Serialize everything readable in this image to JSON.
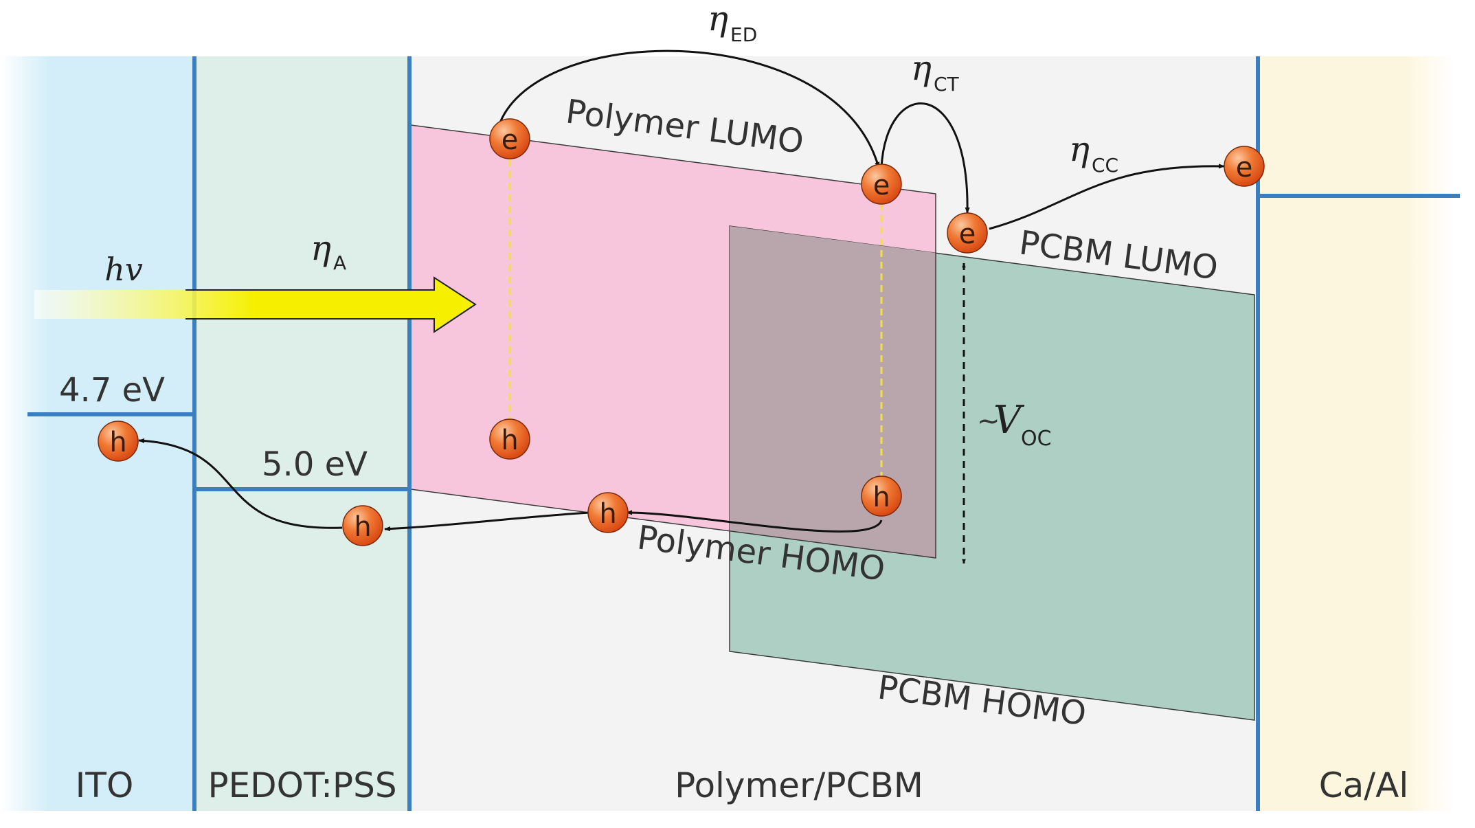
{
  "layers": {
    "ito": "ITO",
    "pedot": "PEDOT:PSS",
    "active": "Polymer/PCBM",
    "cathode": "Ca/Al"
  },
  "levels": {
    "ito_work_function": "4.7 eV",
    "pedot_work_function": "5.0 eV",
    "polymer_lumo": "Polymer LUMO",
    "polymer_homo": "Polymer HOMO",
    "pcbm_lumo": "PCBM LUMO",
    "pcbm_homo": "PCBM HOMO"
  },
  "light": {
    "label": "hv"
  },
  "efficiencies": {
    "symbol": "η",
    "absorption": "A",
    "exciton_diffusion": "ED",
    "charge_transfer": "CT",
    "charge_collection": "CC"
  },
  "voltage": {
    "prefix": "~",
    "symbol": "V",
    "subscript": "OC"
  },
  "carriers": {
    "electron": "e",
    "hole": "h"
  },
  "colors": {
    "ito_bg": "#d3eef8",
    "pedot_bg": "#deeee8",
    "active_bg": "#f2f3f2",
    "cathode_bg": "#fdf6de",
    "electrode_line": "#3b7fc0",
    "polymer_band": "#f7c6dc",
    "pcbm_band": "#aecfc4",
    "overlap": "#b8a6ac",
    "carrier_fill": "#ec5a1e",
    "photon": "#f6f000",
    "exciton_link": "#f2dd4a"
  }
}
